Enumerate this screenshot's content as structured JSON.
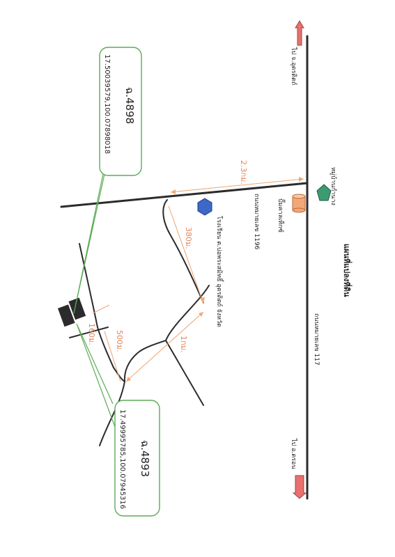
{
  "labels": {
    "to_north": "ไป จ.อุตรดิตถ์",
    "to_south": "ไป อ.ตรอน",
    "village": "หมู่บ้านกำนาง",
    "gas_station": "ปั๊มคาลเท็กซ์",
    "school": "โรงเรียน ต.บ่อพระสมิทธิ์ อุตรดิตถ์ จังหวัด",
    "road_1196": "ถนนหมายเลข 1196",
    "road_117": "ถนนหมายเลข 117",
    "map_title": "แผนที่แปลงที่ดิน",
    "dist_23km": "2.3กม.",
    "dist_380m": "380ม.",
    "dist_1km": "1กม.",
    "dist_500m": "500ม.",
    "dist_160m": "160ม."
  },
  "plots": [
    {
      "id": "ฉ.4898",
      "coords": "17.50039579,100.07898018"
    },
    {
      "id": "ฉ.4893",
      "coords": "17.49995785,100.07945316"
    }
  ],
  "colors": {
    "road": "#2b2b2b",
    "dimension": "#f0a878",
    "callout_border": "#5cab55",
    "arrow": "#e8706f",
    "village_marker": "#3d9b72",
    "school_marker": "#3d68c6",
    "gas_marker": "#f0a878",
    "plot": "#2b2b2b"
  },
  "icons": [
    "north-arrow-icon",
    "south-arrow-icon",
    "pentagon-icon",
    "hexagon-icon",
    "cylinder-icon"
  ]
}
